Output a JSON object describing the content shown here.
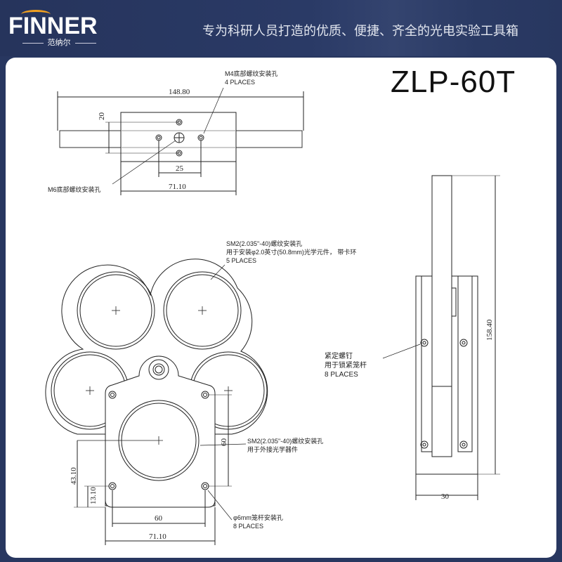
{
  "header": {
    "brand": "FINNER",
    "brand_cn": "范纳尔",
    "slogan": "专为科研人员打造的优质、便捷、齐全的光电实验工具箱"
  },
  "model": "ZLP-60T",
  "top_view": {
    "dims": {
      "overall_length": "148.80",
      "height": "20",
      "hole_spacing": "25",
      "body_width": "71.10"
    },
    "note_m4": [
      "M4底部螺纹安装孔",
      "4 PLACES"
    ],
    "note_m6": "M6底部螺纹安装孔"
  },
  "front_view": {
    "note_sm2": [
      "SM2(2.035\"-40)螺纹安装孔",
      "用于安装φ2.0英寸(50.8mm)光学元件，      带卡环",
      "5 PLACES"
    ],
    "note_sm2_center": [
      "SM2(2.035\"-40)螺纹安装孔",
      "用于外接光学器件"
    ],
    "note_cage": [
      "φ6mm笼杆安装孔",
      "8 PLACES"
    ],
    "dims": {
      "cage_spacing_v": "60",
      "cage_spacing_h": "60",
      "width": "71.10",
      "center_height": "43.10",
      "hole_height": "13.10"
    }
  },
  "side_view": {
    "note_screw": [
      "紧定螺钉",
      "用于锁紧笼杆",
      "8 PLACES"
    ],
    "dims": {
      "height": "158.40",
      "depth": "30"
    }
  },
  "colors": {
    "navy": "#283760",
    "accent": "#f0a020"
  }
}
